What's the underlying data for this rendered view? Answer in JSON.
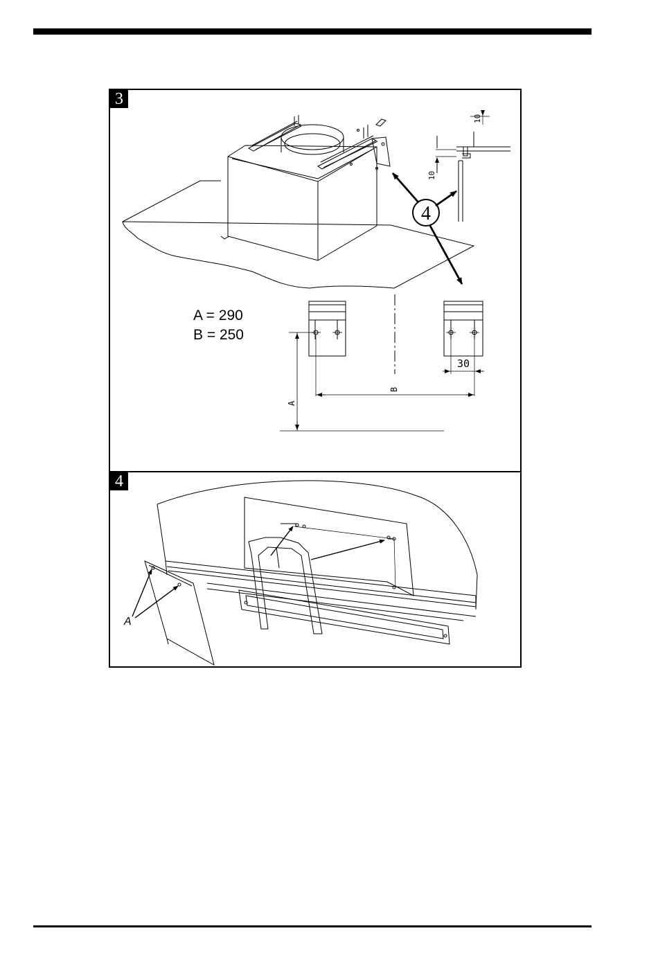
{
  "figures": [
    {
      "number": "3",
      "dimensions": [
        {
          "label": "A = 290"
        },
        {
          "label": "B = 250"
        }
      ],
      "callout": "4",
      "drawing_labels": {
        "dim_10_top": "10",
        "dim_10_side": "10",
        "dim_30": "30",
        "dim_A": "A",
        "dim_B": "B"
      }
    },
    {
      "number": "4",
      "drawing_labels": {
        "point_A": "A"
      }
    }
  ]
}
